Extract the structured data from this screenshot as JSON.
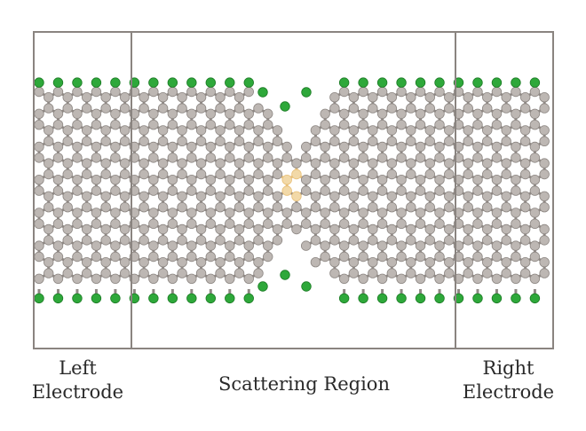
{
  "labels": {
    "left": [
      "Left",
      "Electrode"
    ],
    "center": "Scattering Region",
    "right": [
      "Right",
      "Electrode"
    ]
  },
  "colors": {
    "carbon": "#bdb7b3",
    "carbon_edge": "#8e8884",
    "bond": "#8f8884",
    "hydrogen": "#2ea83a",
    "hydrogen_edge": "#1c7a25",
    "defect_atom": "#f2d9a8",
    "defect_bond": "#e8c07a",
    "frame": "#8a8480"
  }
}
